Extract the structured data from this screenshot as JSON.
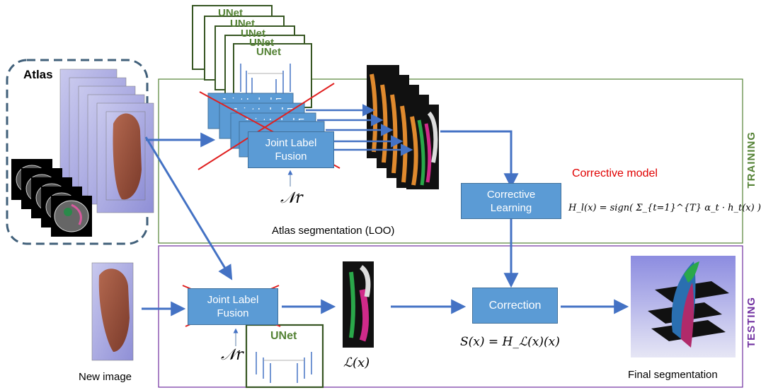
{
  "atlas": {
    "title": "Atlas"
  },
  "boxes": {
    "jlf_stack": [
      "Joint Label Fusion",
      "Joint Label Fusion",
      "Joint Label Fusion"
    ],
    "jlf_train_line1": "Joint Label",
    "jlf_train_line2": "Fusion",
    "jlf_test_line1": "Joint Label",
    "jlf_test_line2": "Fusion",
    "corrective_line1": "Corrective",
    "corrective_line2": "Learning",
    "correction": "Correction"
  },
  "unet": {
    "stack_labels": [
      "UNet",
      "UNet",
      "UNet",
      "UNet",
      "UNet"
    ],
    "test_label": "UNet"
  },
  "labels": {
    "nr_train": "𝒩r",
    "nr_test": "𝒩r",
    "atlas_segmentation": "Atlas segmentation (LOO)",
    "corrective_model": "Corrective model",
    "training": "TRAINING",
    "testing": "TESTING",
    "new_image": "New image",
    "final_segmentation": "Final segmentation",
    "lx": "ℒ(x)",
    "sx_formula": "S(x) = H_ℒ(x)(x)",
    "hl_formula": "H_l(x) = sign( Σ_{t=1}^{T} α_t · h_t(x) )"
  },
  "colors": {
    "arrow": "#4472c4",
    "box_fill": "#5b9bd5",
    "training_border": "#548235",
    "testing_border": "#7030a0",
    "cross": "#e02020",
    "corrective_text": "#e00000",
    "atlas_dash": "#41607a"
  }
}
